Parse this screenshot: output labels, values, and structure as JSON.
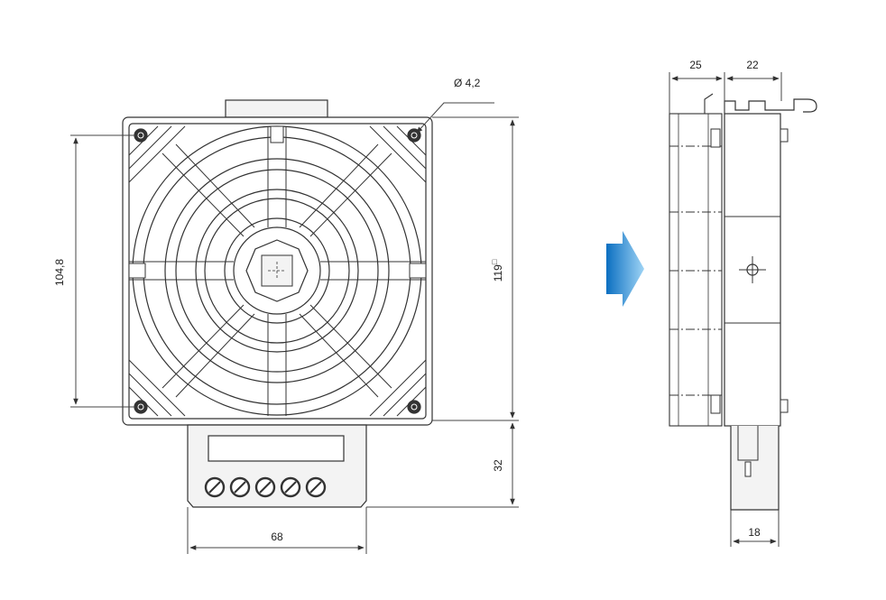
{
  "front_view": {
    "hole_diameter_label": "Ø 4,2",
    "hole_pitch_label": "104,8",
    "height_label": "119",
    "height_symbol": "□",
    "terminal_height_label": "32",
    "terminal_width_label": "68",
    "terminal_count": 5
  },
  "side_view": {
    "depth_front_label": "25",
    "depth_rear_label": "22",
    "bottom_width_label": "18"
  },
  "arrow": {
    "color": "#2a8fd8"
  },
  "colors": {
    "line": "#333333",
    "fill": "#f3f3f3",
    "dim": "#444444"
  }
}
